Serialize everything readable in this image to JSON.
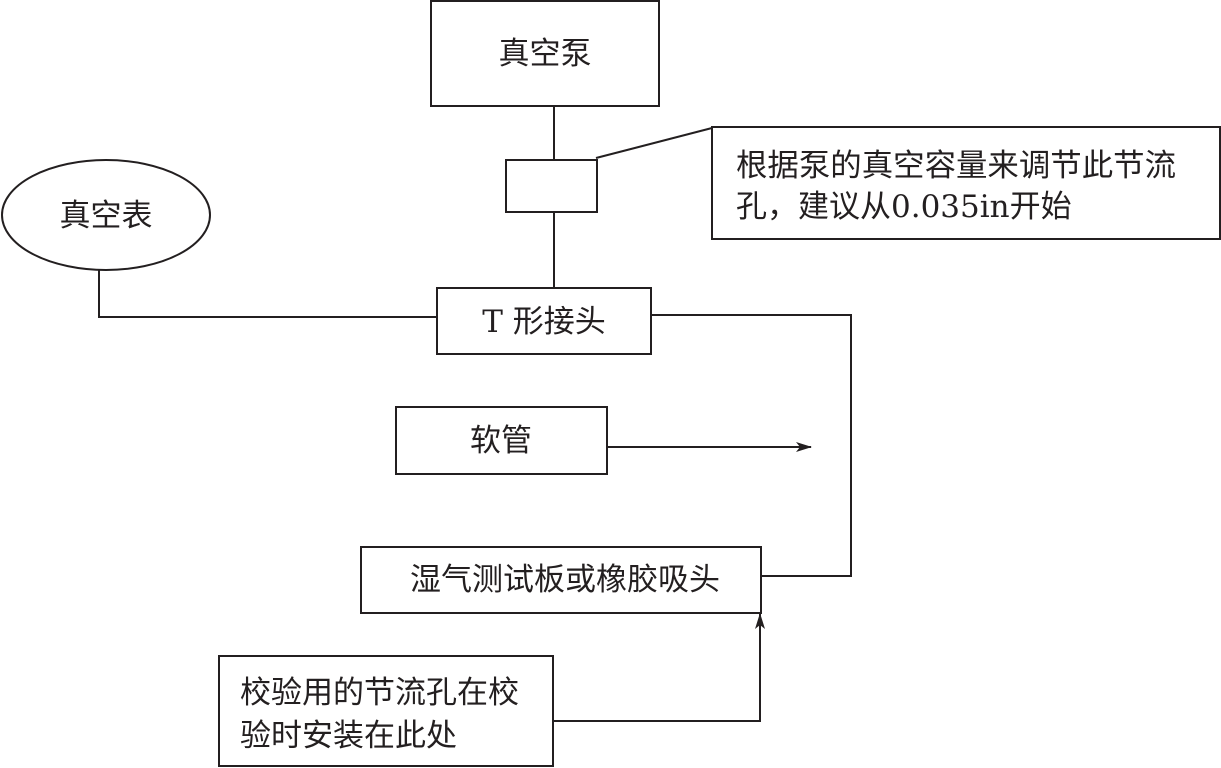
{
  "nodes": {
    "vacuum_pump": "真空泵",
    "vacuum_gauge": "真空表",
    "orifice_note_line1": "根据泵的真空容量来调节此节流",
    "orifice_note_line2": "孔，建议从0.035in开始",
    "tee_fitting": "T 形接头",
    "hose": "软管",
    "test_plate": "湿气测试板或橡胶吸头",
    "calibration_note_line1": "校验用的节流孔在校",
    "calibration_note_line2": "验时安装在此处"
  },
  "colors": {
    "stroke": "#231f20",
    "background": "#ffffff"
  }
}
